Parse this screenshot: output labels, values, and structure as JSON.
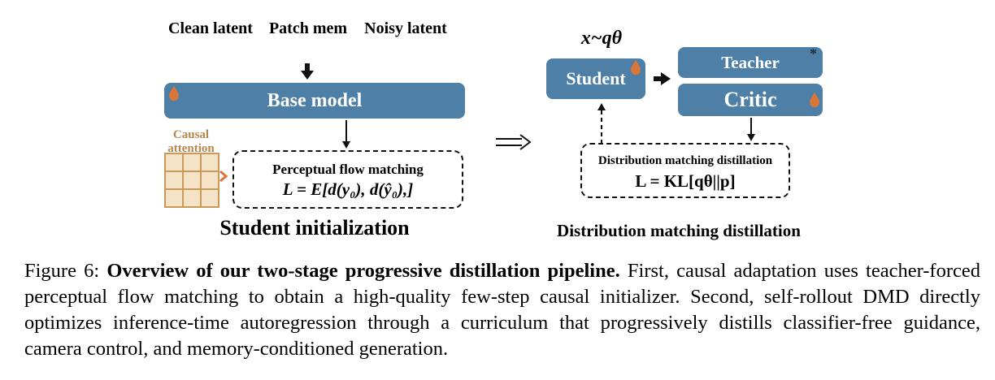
{
  "inputs": {
    "clean_latent": "Clean latent",
    "patch_mem": "Patch mem",
    "noisy_latent": "Noisy latent"
  },
  "stage1": {
    "base_model": "Base model",
    "causal_attention": "Causal attention",
    "loss_title": "Perceptual flow matching",
    "loss_formula": "L = E[d(y₀), d(ŷ₀),]",
    "title": "Student initialization"
  },
  "stage2": {
    "sample_label": "x~qθ",
    "student": "Student",
    "teacher": "Teacher",
    "teacher_mark": "*",
    "critic": "Critic",
    "loss_title": "Distribution matching distillation",
    "loss_formula": "L = KL[qθ||p]",
    "title": "Distribution matching distillation"
  },
  "caption": {
    "prefix": "Figure 6: ",
    "bold": "Overview of our two-stage progressive distillation pipeline.",
    "rest": " First, causal adaptation uses teacher-forced perceptual flow matching to obtain a high-quality few-step causal initializer. Second, self-rollout DMD directly optimizes inference-time autoregression through a curriculum that progressively distills classifier-free guidance, camera control, and memory-conditioned generation."
  },
  "colors": {
    "box_blue": "#4e7fa6",
    "trainable_drop": "#d9773a",
    "grid_fill": "#f4e3c6",
    "grid_line": "#c99a5b"
  }
}
